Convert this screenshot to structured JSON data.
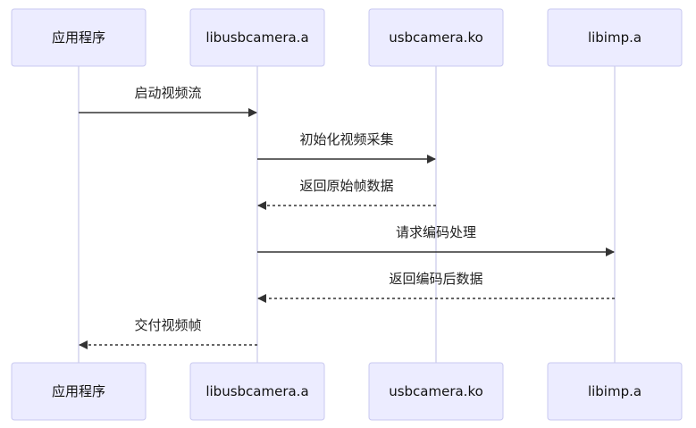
{
  "participants": [
    {
      "id": "app",
      "label": "应用程序"
    },
    {
      "id": "lib",
      "label": "libusbcamera.a"
    },
    {
      "id": "ko",
      "label": "usbcamera.ko"
    },
    {
      "id": "imp",
      "label": "libimp.a"
    }
  ],
  "messages": [
    {
      "from": "app",
      "to": "lib",
      "label": "启动视频流",
      "style": "solid"
    },
    {
      "from": "lib",
      "to": "ko",
      "label": "初始化视频采集",
      "style": "solid"
    },
    {
      "from": "ko",
      "to": "lib",
      "label": "返回原始帧数据",
      "style": "dashed"
    },
    {
      "from": "lib",
      "to": "imp",
      "label": "请求编码处理",
      "style": "solid"
    },
    {
      "from": "imp",
      "to": "lib",
      "label": "返回编码后数据",
      "style": "dashed"
    },
    {
      "from": "lib",
      "to": "app",
      "label": "交付视频帧",
      "style": "dashed"
    }
  ]
}
